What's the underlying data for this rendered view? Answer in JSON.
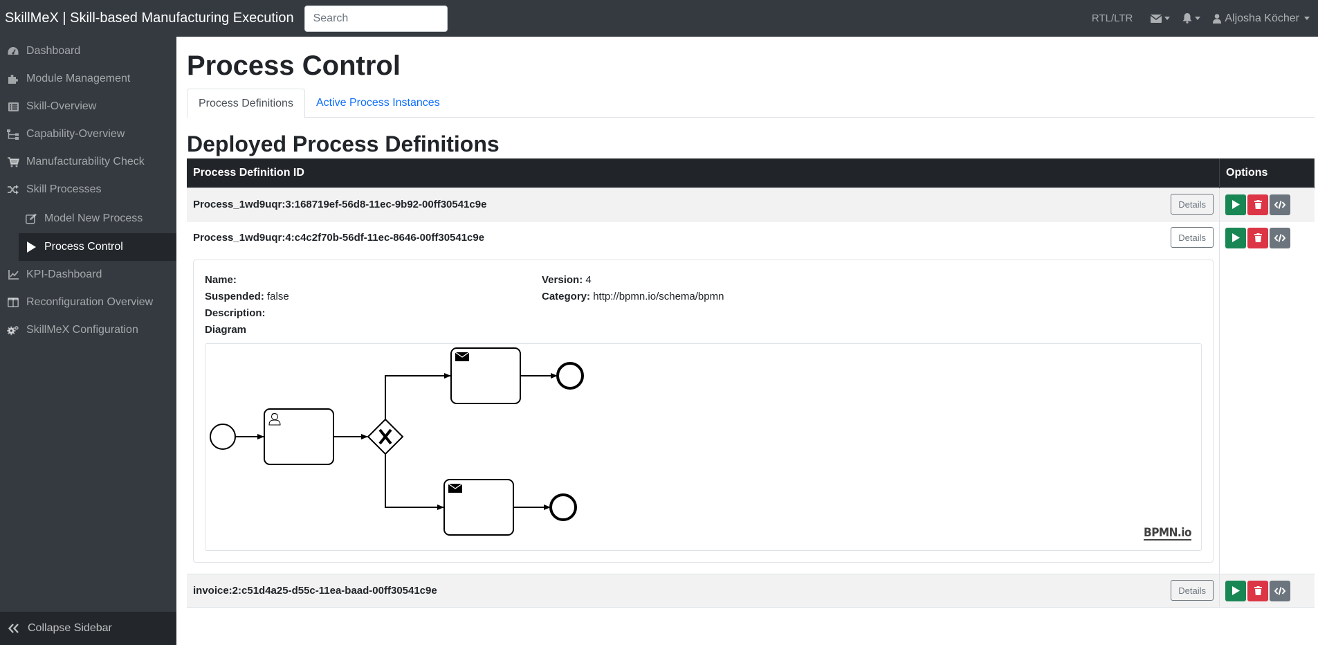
{
  "navbar": {
    "brand": "SkillMeX | Skill-based Manufacturing Execution",
    "search_placeholder": "Search",
    "rtl_ltr": "RTL/LTR",
    "user_name": "Aljosha Köcher"
  },
  "sidebar": {
    "items": [
      {
        "label": "Dashboard",
        "icon": "dashboard-icon"
      },
      {
        "label": "Module Management",
        "icon": "puzzle-icon"
      },
      {
        "label": "Skill-Overview",
        "icon": "list-icon"
      },
      {
        "label": "Capability-Overview",
        "icon": "sitemap-icon"
      },
      {
        "label": "Manufacturability Check",
        "icon": "cart-icon"
      },
      {
        "label": "Skill Processes",
        "icon": "shuffle-icon"
      },
      {
        "label": "Model New Process",
        "icon": "edit-icon"
      },
      {
        "label": "Process Control",
        "icon": "play-icon",
        "active": true
      },
      {
        "label": "KPI-Dashboard",
        "icon": "chart-line-icon"
      },
      {
        "label": "Reconfiguration Overview",
        "icon": "columns-icon"
      },
      {
        "label": "SkillMeX Configuration",
        "icon": "cogs-icon"
      }
    ],
    "collapse_label": "Collapse Sidebar"
  },
  "main": {
    "title": "Process Control",
    "tabs": [
      {
        "label": "Process Definitions",
        "active": true
      },
      {
        "label": "Active Process Instances",
        "active": false
      }
    ],
    "section_title": "Deployed Process Definitions",
    "table": {
      "headers": [
        "Process Definition ID",
        "Options"
      ],
      "details_label": "Details",
      "rows": [
        {
          "id": "Process_1wd9uqr:3:168719ef-56d8-11ec-9b92-00ff30541c9e"
        },
        {
          "id": "Process_1wd9uqr:4:c4c2f70b-56df-11ec-8646-00ff30541c9e",
          "expanded": true
        },
        {
          "id": "invoice:2:c51d4a25-d55c-11ea-baad-00ff30541c9e"
        }
      ]
    },
    "details": {
      "name_label": "Name:",
      "name_value": "",
      "version_label": "Version:",
      "version_value": "4",
      "suspended_label": "Suspended:",
      "suspended_value": "false",
      "category_label": "Category:",
      "category_value": "http://bpmn.io/schema/bpmn",
      "description_label": "Description:",
      "description_value": "",
      "diagram_label": "Diagram",
      "bpmn_logo": "BPMN.io"
    }
  },
  "colors": {
    "navbar": "#343a40",
    "sidebar_active": "#23272b",
    "success": "#198754",
    "danger": "#dc3545",
    "secondary": "#6c757d",
    "link": "#0d6efd"
  }
}
